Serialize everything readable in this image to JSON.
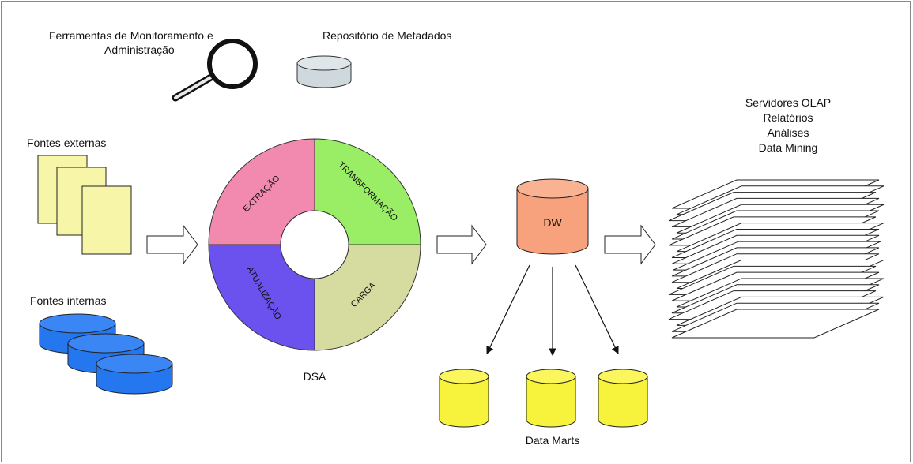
{
  "labels": {
    "tools_line1": "Ferramentas de Monitoramento e",
    "tools_line2": "Administração",
    "metadata": "Repositório de Metadados",
    "external_sources": "Fontes externas",
    "internal_sources": "Fontes internas",
    "dsa": "DSA",
    "dw": "DW",
    "data_marts": "Data Marts",
    "output_line1": "Servidores OLAP",
    "output_line2": "Relatórios",
    "output_line3": "Análises",
    "output_line4": "Data Mining"
  },
  "etl_segments": {
    "extract": "EXTRAÇÃO",
    "transform": "TRANSFORMAÇÃO",
    "load": "CARGA",
    "update": "ATUALIZAÇÃO"
  },
  "colors": {
    "extract": "#f28ab0",
    "transform": "#99ee66",
    "load": "#d6dba0",
    "update": "#6b52ee",
    "dw": "#f7a27c",
    "data_mart": "#f7f23c",
    "internal_db": "#2577f0",
    "metadata_db": "#cfd8dc",
    "document": "#f7f5a8"
  }
}
